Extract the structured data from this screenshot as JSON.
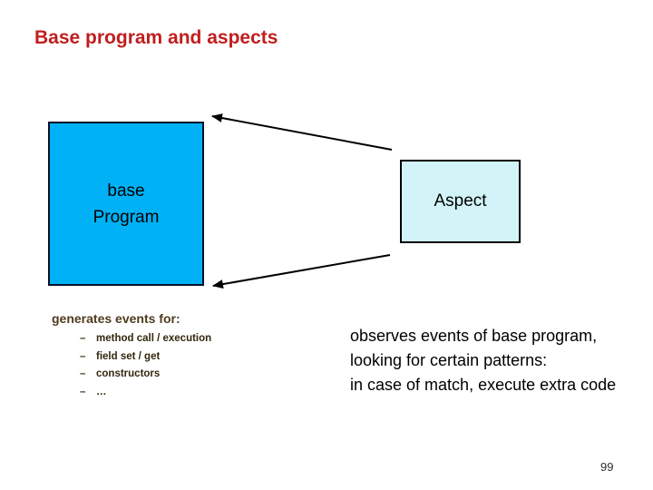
{
  "slide": {
    "title": "Base program and aspects",
    "page_number": "99"
  },
  "colors": {
    "title_red": "#c01e1e",
    "base_box_fill": "#00b1f5",
    "base_box_border": "#0a1029",
    "aspect_box_fill": "#d2f4f8",
    "heading_brown": "#4f3b1d",
    "bullet_brown": "#33270f",
    "arrow_black": "#000000"
  },
  "diagram": {
    "base_box": {
      "line1": "base",
      "line2": "Program"
    },
    "aspect_box": {
      "label": "Aspect"
    },
    "arrows": [
      {
        "name": "aspect-to-base-top",
        "from": "aspect-box",
        "to": "base-program-box-top-right"
      },
      {
        "name": "aspect-to-base-bottom",
        "from": "aspect-box",
        "to": "base-program-box-bottom-right"
      }
    ]
  },
  "generates": {
    "heading": "generates events for:",
    "bullet_char": "–",
    "bullets": [
      "method call / execution",
      "field set / get",
      "constructors",
      "…"
    ]
  },
  "observes": {
    "lines": [
      "observes events of base program,",
      "looking for certain patterns:",
      "in case of match, execute extra code"
    ]
  }
}
